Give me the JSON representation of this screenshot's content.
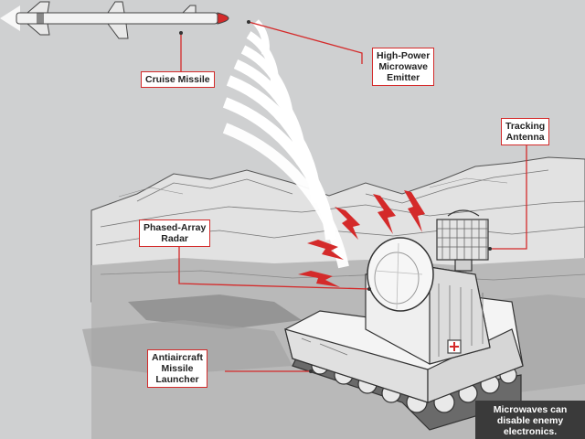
{
  "callouts": {
    "cruise_missile": {
      "line1": "Cruise Missile"
    },
    "emitter": {
      "line1": "High-Power",
      "line2": "Microwave",
      "line3": "Emitter"
    },
    "tracking": {
      "line1": "Tracking",
      "line2": "Antenna"
    },
    "radar": {
      "line1": "Phased-Array",
      "line2": "Radar"
    },
    "launcher": {
      "line1": "Antiaircraft",
      "line2": "Missile",
      "line3": "Launcher"
    }
  },
  "note": {
    "line1": "Microwaves can",
    "line2": "disable enemy",
    "line3": "electronics."
  },
  "colors": {
    "background": "#cfd0d1",
    "accent_red": "#d42a2a",
    "vehicle_white": "#f4f4f4",
    "note_bg": "#3a3a3a"
  },
  "icons": [
    "missile-icon",
    "microwave-waves-icon",
    "lightning-bolt-icon",
    "tank-vehicle-icon",
    "radar-dish-icon",
    "tracking-antenna-icon"
  ]
}
